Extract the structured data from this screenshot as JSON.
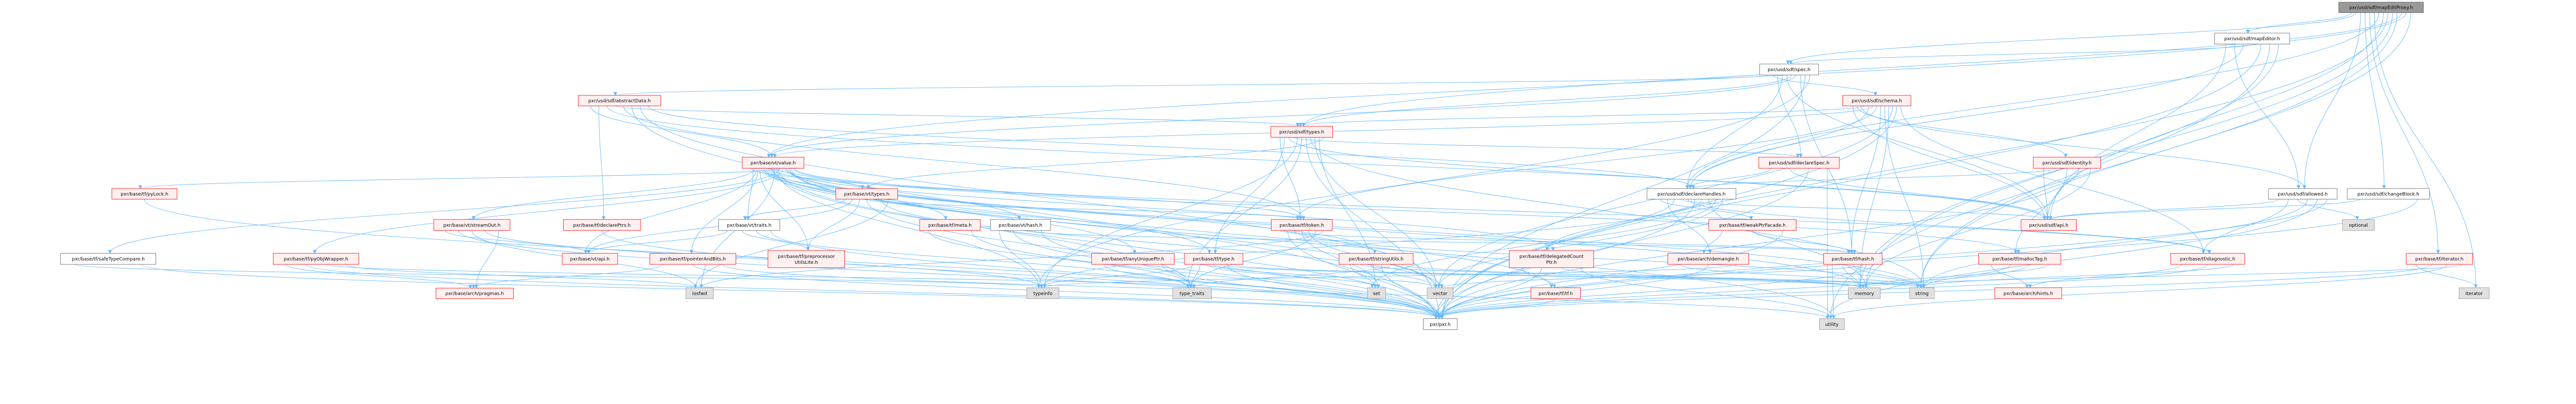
{
  "graph": {
    "title": "pxr/usd/sdf/mapEditProxy.h include dependency graph",
    "colors": {
      "edge": "#63b8ff",
      "red_border": "#ff0000",
      "red_fill": "#fff0f0",
      "gray_fill": "#e0e0e0",
      "root_fill": "#999999"
    }
  },
  "nodes": [
    {
      "id": "root",
      "label": [
        "pxr/usd/sdf/mapEditProxy.h"
      ],
      "style": "root"
    },
    {
      "id": "mapEditor",
      "label": [
        "pxr/usd/sdf/mapEditor.h"
      ],
      "style": "white"
    },
    {
      "id": "spec",
      "label": [
        "pxr/usd/sdf/spec.h"
      ],
      "style": "white"
    },
    {
      "id": "abstractData",
      "label": [
        "pxr/usd/sdf/abstractData.h"
      ],
      "style": "red"
    },
    {
      "id": "schema",
      "label": [
        "pxr/usd/sdf/schema.h"
      ],
      "style": "red"
    },
    {
      "id": "sdfTypes",
      "label": [
        "pxr/usd/sdf/types.h"
      ],
      "style": "red"
    },
    {
      "id": "value",
      "label": [
        "pxr/base/vt/value.h"
      ],
      "style": "red"
    },
    {
      "id": "declareSpec",
      "label": [
        "pxr/usd/sdf/declareSpec.h"
      ],
      "style": "red"
    },
    {
      "id": "identity",
      "label": [
        "pxr/usd/sdf/identity.h"
      ],
      "style": "red"
    },
    {
      "id": "vtTypes",
      "label": [
        "pxr/base/vt/types.h"
      ],
      "style": "red"
    },
    {
      "id": "pyLock",
      "label": [
        "pxr/base/tf/pyLock.h"
      ],
      "style": "red"
    },
    {
      "id": "declareHandles",
      "label": [
        "pxr/usd/sdf/declareHandles.h"
      ],
      "style": "white"
    },
    {
      "id": "allowed",
      "label": [
        "pxr/usd/sdf/allowed.h"
      ],
      "style": "white"
    },
    {
      "id": "changeBlock",
      "label": [
        "pxr/usd/sdf/changeBlock.h"
      ],
      "style": "white"
    },
    {
      "id": "streamOut",
      "label": [
        "pxr/base/vt/streamOut.h"
      ],
      "style": "red"
    },
    {
      "id": "declarePtrs",
      "label": [
        "pxr/base/tf/declarePtrs.h"
      ],
      "style": "red"
    },
    {
      "id": "traits",
      "label": [
        "pxr/base/vt/traits.h"
      ],
      "style": "white"
    },
    {
      "id": "meta",
      "label": [
        "pxr/base/tf/meta.h"
      ],
      "style": "red"
    },
    {
      "id": "vtHash",
      "label": [
        "pxr/base/vt/hash.h"
      ],
      "style": "white"
    },
    {
      "id": "token",
      "label": [
        "pxr/base/tf/token.h"
      ],
      "style": "red"
    },
    {
      "id": "weakPtrFacade",
      "label": [
        "pxr/base/tf/weakPtrFacade.h"
      ],
      "style": "red"
    },
    {
      "id": "sdfApi",
      "label": [
        "pxr/usd/sdf/api.h"
      ],
      "style": "red"
    },
    {
      "id": "optional",
      "label": [
        "optional"
      ],
      "style": "gray"
    },
    {
      "id": "safeTypeCompare",
      "label": [
        "pxr/base/tf/safeTypeCompare.h"
      ],
      "style": "white"
    },
    {
      "id": "pyObjWrapper",
      "label": [
        "pxr/base/tf/pyObjWrapper.h"
      ],
      "style": "red"
    },
    {
      "id": "vtApi",
      "label": [
        "pxr/base/vt/api.h"
      ],
      "style": "red"
    },
    {
      "id": "pointerAndBits",
      "label": [
        "pxr/base/tf/pointerAndBits.h"
      ],
      "style": "red"
    },
    {
      "id": "preprocessorUtilsLite",
      "label": [
        "pxr/base/tf/preprocessor",
        "UtilsLite.h"
      ],
      "style": "red"
    },
    {
      "id": "anyUniquePtr",
      "label": [
        "pxr/base/tf/anyUniquePtr.h"
      ],
      "style": "red"
    },
    {
      "id": "tfType",
      "label": [
        "pxr/base/tf/type.h"
      ],
      "style": "red"
    },
    {
      "id": "stringUtils",
      "label": [
        "pxr/base/tf/stringUtils.h"
      ],
      "style": "red"
    },
    {
      "id": "delegatedCountPtr",
      "label": [
        "pxr/base/tf/delegatedCount",
        "Ptr.h"
      ],
      "style": "red"
    },
    {
      "id": "demangle",
      "label": [
        "pxr/base/arch/demangle.h"
      ],
      "style": "red"
    },
    {
      "id": "tfHash",
      "label": [
        "pxr/base/tf/hash.h"
      ],
      "style": "red"
    },
    {
      "id": "mallocTag",
      "label": [
        "pxr/base/tf/mallocTag.h"
      ],
      "style": "red"
    },
    {
      "id": "diagnostic",
      "label": [
        "pxr/base/tf/diagnostic.h"
      ],
      "style": "red"
    },
    {
      "id": "iteratorH",
      "label": [
        "pxr/base/tf/iterator.h"
      ],
      "style": "red"
    },
    {
      "id": "pragmas",
      "label": [
        "pxr/base/arch/pragmas.h"
      ],
      "style": "red"
    },
    {
      "id": "iosfwd",
      "label": [
        "iosfwd"
      ],
      "style": "gray"
    },
    {
      "id": "typeinfo",
      "label": [
        "typeinfo"
      ],
      "style": "gray"
    },
    {
      "id": "type_traits",
      "label": [
        "type_traits"
      ],
      "style": "gray"
    },
    {
      "id": "set",
      "label": [
        "set"
      ],
      "style": "gray"
    },
    {
      "id": "vector",
      "label": [
        "vector"
      ],
      "style": "gray"
    },
    {
      "id": "tf",
      "label": [
        "pxr/base/tf/tf.h"
      ],
      "style": "red"
    },
    {
      "id": "memory",
      "label": [
        "memory"
      ],
      "style": "gray"
    },
    {
      "id": "string",
      "label": [
        "string"
      ],
      "style": "gray"
    },
    {
      "id": "hints",
      "label": [
        "pxr/base/arch/hints.h"
      ],
      "style": "red"
    },
    {
      "id": "iterator",
      "label": [
        "iterator"
      ],
      "style": "gray"
    },
    {
      "id": "pxr",
      "label": [
        "pxr/pxr.h"
      ],
      "style": "white"
    },
    {
      "id": "utility",
      "label": [
        "utility"
      ],
      "style": "gray"
    }
  ],
  "edges": [
    [
      "root",
      "mapEditor"
    ],
    [
      "root",
      "spec"
    ],
    [
      "root",
      "allowed"
    ],
    [
      "root",
      "changeBlock"
    ],
    [
      "root",
      "iteratorH"
    ],
    [
      "root",
      "iterator"
    ],
    [
      "root",
      "declareHandles"
    ],
    [
      "root",
      "sdfApi"
    ],
    [
      "root",
      "pxr"
    ],
    [
      "root",
      "memory"
    ],
    [
      "root",
      "utility"
    ],
    [
      "root",
      "sdfTypes"
    ],
    [
      "root",
      "value"
    ],
    [
      "root",
      "string"
    ],
    [
      "mapEditor",
      "sdfApi"
    ],
    [
      "mapEditor",
      "allowed"
    ],
    [
      "mapEditor",
      "declareHandles"
    ],
    [
      "mapEditor",
      "spec"
    ],
    [
      "mapEditor",
      "pxr"
    ],
    [
      "mapEditor",
      "string"
    ],
    [
      "mapEditor",
      "memory"
    ],
    [
      "spec",
      "abstractData"
    ],
    [
      "spec",
      "schema"
    ],
    [
      "spec",
      "declareSpec"
    ],
    [
      "spec",
      "declareHandles"
    ],
    [
      "spec",
      "sdfApi"
    ],
    [
      "spec",
      "sdfTypes"
    ],
    [
      "spec",
      "value"
    ],
    [
      "spec",
      "tfHash"
    ],
    [
      "spec",
      "pxr"
    ],
    [
      "spec",
      "typeinfo"
    ],
    [
      "abstractData",
      "value"
    ],
    [
      "abstractData",
      "declarePtrs"
    ],
    [
      "abstractData",
      "sdfApi"
    ],
    [
      "abstractData",
      "sdfTypes"
    ],
    [
      "abstractData",
      "token"
    ],
    [
      "abstractData",
      "pxr"
    ],
    [
      "abstractData",
      "vector"
    ],
    [
      "abstractData",
      "declareHandles"
    ],
    [
      "schema",
      "sdfApi"
    ],
    [
      "schema",
      "identity"
    ],
    [
      "schema",
      "allowed"
    ],
    [
      "schema",
      "sdfTypes"
    ],
    [
      "schema",
      "declareHandles"
    ],
    [
      "schema",
      "value"
    ],
    [
      "schema",
      "token"
    ],
    [
      "schema",
      "tfHash"
    ],
    [
      "schema",
      "string"
    ],
    [
      "schema",
      "memory"
    ],
    [
      "schema",
      "vector"
    ],
    [
      "schema",
      "pxr"
    ],
    [
      "schema",
      "diagnostic"
    ],
    [
      "sdfTypes",
      "token"
    ],
    [
      "sdfTypes",
      "tfType"
    ],
    [
      "sdfTypes",
      "sdfApi"
    ],
    [
      "sdfTypes",
      "declareSpec"
    ],
    [
      "sdfTypes",
      "typeinfo"
    ],
    [
      "sdfTypes",
      "type_traits"
    ],
    [
      "sdfTypes",
      "pxr"
    ],
    [
      "sdfTypes",
      "string"
    ],
    [
      "sdfTypes",
      "vector"
    ],
    [
      "sdfTypes",
      "set"
    ],
    [
      "sdfTypes",
      "vtTypes"
    ],
    [
      "value",
      "vtTypes"
    ],
    [
      "value",
      "traits"
    ],
    [
      "value",
      "streamOut"
    ],
    [
      "value",
      "vtApi"
    ],
    [
      "value",
      "pointerAndBits"
    ],
    [
      "value",
      "preprocessorUtilsLite"
    ],
    [
      "value",
      "meta"
    ],
    [
      "value",
      "vtHash"
    ],
    [
      "value",
      "anyUniquePtr"
    ],
    [
      "value",
      "tfType"
    ],
    [
      "value",
      "stringUtils"
    ],
    [
      "value",
      "token"
    ],
    [
      "value",
      "tf"
    ],
    [
      "value",
      "pxr"
    ],
    [
      "value",
      "iosfwd"
    ],
    [
      "value",
      "typeinfo"
    ],
    [
      "value",
      "type_traits"
    ],
    [
      "value",
      "safeTypeCompare"
    ],
    [
      "value",
      "pyLock"
    ],
    [
      "value",
      "pyObjWrapper"
    ],
    [
      "value",
      "delegatedCountPtr"
    ],
    [
      "value",
      "memory"
    ],
    [
      "value",
      "string"
    ],
    [
      "value",
      "utility"
    ],
    [
      "value",
      "vector"
    ],
    [
      "value",
      "mallocTag"
    ],
    [
      "value",
      "diagnostic"
    ],
    [
      "declareSpec",
      "declareHandles"
    ],
    [
      "declareSpec",
      "sdfApi"
    ],
    [
      "declareSpec",
      "pxr"
    ],
    [
      "declareSpec",
      "utility"
    ],
    [
      "identity",
      "sdfApi"
    ],
    [
      "identity",
      "declareHandles"
    ],
    [
      "identity",
      "mallocTag"
    ],
    [
      "identity",
      "pxr"
    ],
    [
      "identity",
      "memory"
    ],
    [
      "vtTypes",
      "traits"
    ],
    [
      "vtTypes",
      "vtApi"
    ],
    [
      "vtTypes",
      "preprocessorUtilsLite"
    ],
    [
      "vtTypes",
      "pxr"
    ],
    [
      "vtTypes",
      "token"
    ],
    [
      "vtTypes",
      "vector"
    ],
    [
      "vtTypes",
      "iosfwd"
    ],
    [
      "declareHandles",
      "weakPtrFacade"
    ],
    [
      "declareHandles",
      "demangle"
    ],
    [
      "declareHandles",
      "delegatedCountPtr"
    ],
    [
      "declareHandles",
      "sdfApi"
    ],
    [
      "declareHandles",
      "diagnostic"
    ],
    [
      "declareHandles",
      "pxr"
    ],
    [
      "declareHandles",
      "typeinfo"
    ],
    [
      "declareHandles",
      "memory"
    ],
    [
      "declareHandles",
      "set"
    ],
    [
      "declareHandles",
      "vector"
    ],
    [
      "allowed",
      "sdfApi"
    ],
    [
      "allowed",
      "diagnostic"
    ],
    [
      "allowed",
      "optional"
    ],
    [
      "allowed",
      "string"
    ],
    [
      "allowed",
      "utility"
    ],
    [
      "allowed",
      "pxr"
    ],
    [
      "changeBlock",
      "sdfApi"
    ],
    [
      "changeBlock",
      "pxr"
    ],
    [
      "streamOut",
      "vtApi"
    ],
    [
      "streamOut",
      "pxr"
    ],
    [
      "streamOut",
      "iosfwd"
    ],
    [
      "streamOut",
      "typeinfo"
    ],
    [
      "streamOut",
      "pragmas"
    ],
    [
      "declarePtrs",
      "pxr"
    ],
    [
      "traits",
      "vtApi"
    ],
    [
      "traits",
      "preprocessorUtilsLite"
    ],
    [
      "traits",
      "type_traits"
    ],
    [
      "traits",
      "pxr"
    ],
    [
      "meta",
      "type_traits"
    ],
    [
      "meta",
      "pxr"
    ],
    [
      "vtHash",
      "typeinfo"
    ],
    [
      "vtHash",
      "pxr"
    ],
    [
      "vtHash",
      "tfHash"
    ],
    [
      "vtHash",
      "type_traits"
    ],
    [
      "token",
      "tfHash"
    ],
    [
      "token",
      "pxr"
    ],
    [
      "token",
      "string"
    ],
    [
      "token",
      "set"
    ],
    [
      "token",
      "vector"
    ],
    [
      "token",
      "type_traits"
    ],
    [
      "token",
      "iosfwd"
    ],
    [
      "weakPtrFacade",
      "demangle"
    ],
    [
      "weakPtrFacade",
      "tfHash"
    ],
    [
      "weakPtrFacade",
      "pxr"
    ],
    [
      "pyLock",
      "pxr"
    ],
    [
      "safeTypeCompare",
      "typeinfo"
    ],
    [
      "safeTypeCompare",
      "pxr"
    ],
    [
      "pyObjWrapper",
      "pragmas"
    ],
    [
      "pyObjWrapper",
      "pxr"
    ],
    [
      "pyObjWrapper",
      "type_traits"
    ],
    [
      "pyObjWrapper",
      "iosfwd"
    ],
    [
      "pointerAndBits",
      "pragmas"
    ],
    [
      "pointerAndBits",
      "pxr"
    ],
    [
      "pointerAndBits",
      "utility"
    ],
    [
      "anyUniquePtr",
      "type_traits"
    ],
    [
      "anyUniquePtr",
      "pxr"
    ],
    [
      "tfType",
      "typeinfo"
    ],
    [
      "tfType",
      "type_traits"
    ],
    [
      "tfType",
      "set"
    ],
    [
      "tfType",
      "vector"
    ],
    [
      "tfType",
      "memory"
    ],
    [
      "tfType",
      "pxr"
    ],
    [
      "tfType",
      "string"
    ],
    [
      "stringUtils",
      "set"
    ],
    [
      "stringUtils",
      "string"
    ],
    [
      "stringUtils",
      "vector"
    ],
    [
      "stringUtils",
      "pxr"
    ],
    [
      "stringUtils",
      "type_traits"
    ],
    [
      "stringUtils",
      "memory"
    ],
    [
      "delegatedCountPtr",
      "tf"
    ],
    [
      "delegatedCountPtr",
      "pxr"
    ],
    [
      "delegatedCountPtr",
      "memory"
    ],
    [
      "delegatedCountPtr",
      "utility"
    ],
    [
      "demangle",
      "string"
    ],
    [
      "demangle",
      "pxr"
    ],
    [
      "demangle",
      "typeinfo"
    ],
    [
      "tfHash",
      "utility"
    ],
    [
      "tfHash",
      "memory"
    ],
    [
      "tfHash",
      "string"
    ],
    [
      "tfHash",
      "vector"
    ],
    [
      "tfHash",
      "pxr"
    ],
    [
      "mallocTag",
      "hints"
    ],
    [
      "mallocTag",
      "string"
    ],
    [
      "mallocTag",
      "pxr"
    ],
    [
      "mallocTag",
      "memory"
    ],
    [
      "diagnostic",
      "hints"
    ],
    [
      "diagnostic",
      "pxr"
    ],
    [
      "diagnostic",
      "string"
    ],
    [
      "iteratorH",
      "iterator"
    ],
    [
      "iteratorH",
      "pxr"
    ],
    [
      "iteratorH",
      "utility"
    ],
    [
      "iteratorH",
      "memory"
    ],
    [
      "tf",
      "pxr"
    ]
  ]
}
